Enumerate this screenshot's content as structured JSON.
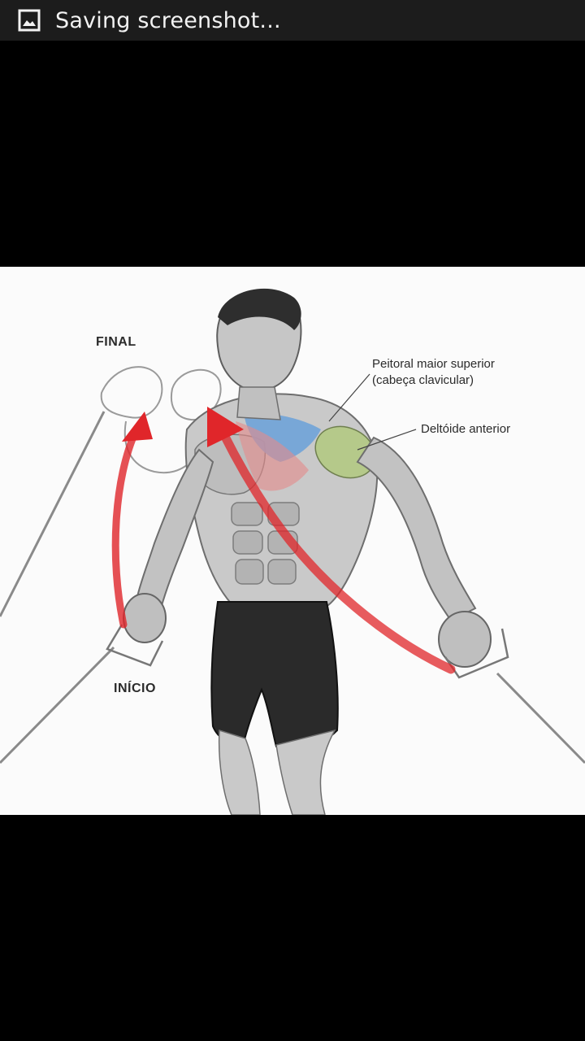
{
  "status_bar": {
    "icon": "image-icon",
    "text": "Saving screenshot..."
  },
  "illustration": {
    "labels": {
      "final": "FINAL",
      "inicio": "INÍCIO",
      "pectoral_line1": "Peitoral maior superior",
      "pectoral_line2": "(cabeça clavicular)",
      "deltoid": "Deltóide anterior"
    },
    "colors": {
      "arrow": "#e0262a",
      "pectoral_highlight": "#6fa3d8",
      "deltoid_highlight": "#b5c98a",
      "shorts": "#2a2a2a"
    }
  }
}
